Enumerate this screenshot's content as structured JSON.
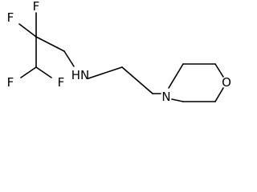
{
  "molecule": {
    "atoms": {
      "f_top_left": "F",
      "f_top_right": "F",
      "f_bottom_left": "F",
      "f_bottom_right": "F",
      "amine_nh": "HN",
      "morpholine_n": "N",
      "morpholine_o": "O"
    },
    "colors": {
      "bond": "#000000",
      "label": "#000000",
      "background": "#ffffff"
    }
  }
}
